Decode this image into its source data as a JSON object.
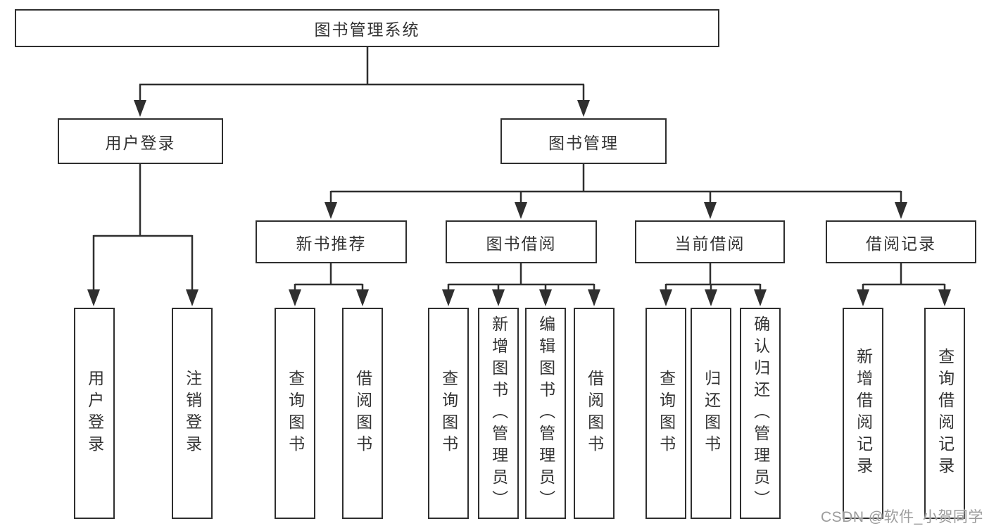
{
  "diagram": {
    "root": "图书管理系统",
    "branches": {
      "user_login": {
        "label": "用户登录",
        "children": [
          "用户登录",
          "注销登录"
        ]
      },
      "book_management": {
        "label": "图书管理",
        "groups": [
          {
            "label": "新书推荐",
            "children": [
              "查询图书",
              "借阅图书"
            ]
          },
          {
            "label": "图书借阅",
            "children": [
              "查询图书",
              "新增图书（管理员）",
              "编辑图书（管理员）",
              "借阅图书"
            ]
          },
          {
            "label": "当前借阅",
            "children": [
              "查询图书",
              "归还图书",
              "确认归还（管理员）"
            ]
          },
          {
            "label": "借阅记录",
            "children": [
              "新增借阅记录",
              "查询借阅记录"
            ]
          }
        ]
      }
    }
  },
  "watermark": "CSDN @软件_小贺同学",
  "colors": {
    "line": "#2f2f2f",
    "text": "#333333",
    "watermark": "#9c9c9c",
    "background": "#ffffff"
  }
}
